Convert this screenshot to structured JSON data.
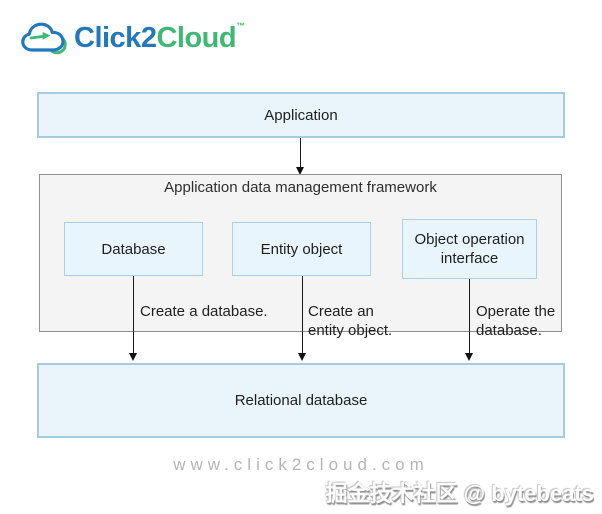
{
  "logo": {
    "brand_blue": "Click2",
    "brand_green": "Cloud",
    "trademark": "™"
  },
  "diagram": {
    "application_label": "Application",
    "framework_title": "Application data management framework",
    "components": [
      {
        "label": "Database"
      },
      {
        "label": "Entity object"
      },
      {
        "label": "Object operation interface"
      }
    ],
    "steps": [
      {
        "line1": "Create a database.",
        "line2": ""
      },
      {
        "line1": "Create an",
        "line2": "entity object."
      },
      {
        "line1": "Operate the",
        "line2": "database."
      }
    ],
    "relational_label": "Relational database"
  },
  "footer": {
    "website": "www.click2cloud.com",
    "watermark": "掘金技术社区 @ bytebeats"
  },
  "colors": {
    "logo_blue": "#2278bd",
    "logo_green": "#3eb874",
    "box_fill": "#eaf5fb",
    "box_border": "#a6cbe1",
    "frame_fill": "#f4f4f4",
    "frame_border": "#909090",
    "arrow": "#1a1a1a",
    "website_gray": "#b5b5b5"
  }
}
